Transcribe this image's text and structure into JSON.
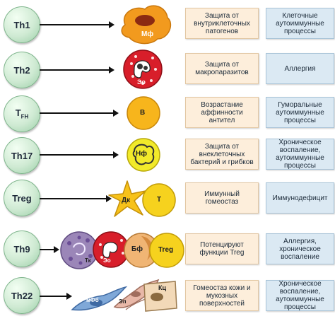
{
  "rows": [
    {
      "th": "Th1",
      "cell": "Мф",
      "function": "Защита от внутриклеточных патогенов",
      "disease": "Клеточные аутоиммунные процессы"
    },
    {
      "th": "Th2",
      "cell": "Эо",
      "function": "Защита от макропаразитов",
      "disease": "Аллергия"
    },
    {
      "th": "T",
      "th_sub": "FH",
      "cell": "B",
      "function": "Возрастание аффинности антител",
      "disease": "Гуморальные аутоиммунные процессы"
    },
    {
      "th": "Th17",
      "cell": "Нф",
      "function": "Защита от внеклеточных бактерий и грибков",
      "disease": "Хроническое воспаление, аутоиммунные процессы"
    },
    {
      "th": "Treg",
      "cells": [
        "Дк",
        "T"
      ],
      "function": "Иммунный гомеостаз",
      "disease": "Иммунодефицит"
    },
    {
      "th": "Th9",
      "cells": [
        "Тк",
        "Эо",
        "Бф",
        "Treg"
      ],
      "function": "Потенцируют функции Treg",
      "disease": "Аллергия, хроническое воспаление"
    },
    {
      "th": "Th22",
      "cells": [
        "мФб",
        "Эп",
        "Кц"
      ],
      "function": "Гомеостаз кожи и мукозных поверхностей",
      "disease": "Хроническое воспаление, аутоиммунные процессы"
    }
  ],
  "colors": {
    "th_circle": "#cfead3",
    "function_box": "#fdeedb",
    "disease_box": "#dbe9f3",
    "macrophage": "#f29a1e",
    "eosinophil": "#d81e2a",
    "bcell": "#f7b51c",
    "neutrophil": "#f2ea2a",
    "dendritic": "#f7c21a",
    "tcell": "#f6d21e",
    "mast": "#9b86b8",
    "basophil": "#f0b574",
    "treg": "#f6d21e",
    "fibroblast": "#7fa8d8",
    "epithelial": "#e8b8a8",
    "keratinocyte": "#f2d9b8"
  }
}
